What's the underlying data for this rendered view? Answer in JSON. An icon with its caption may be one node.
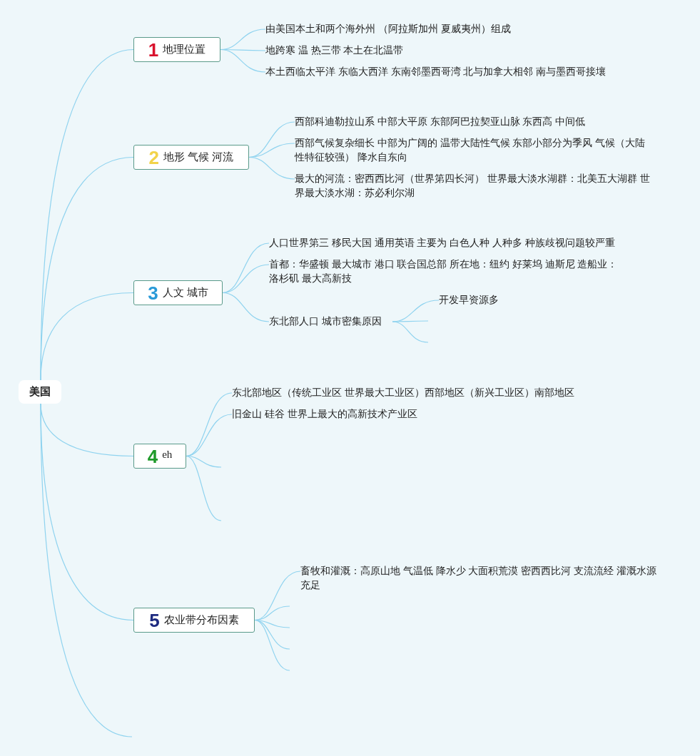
{
  "diagram": {
    "nodes": [
      {
        "text": [
          "美国"
        ]
      },
      {
        "text": [
          "1",
          "地理位置"
        ]
      },
      {
        "text": [
          "由美国本土和两个海外州 （阿拉斯加州 夏威夷州）组成"
        ]
      },
      {
        "text": [
          "地跨寒 温 热三带 本土在北温带"
        ]
      },
      {
        "text": [
          "本土西临太平洋 东临大西洋 东南邻墨西哥湾 北与加拿大相邻 南与墨西哥接壤"
        ]
      },
      {
        "text": [
          "2",
          "地形 气候 河流"
        ]
      },
      {
        "text": [
          "西部科迪勒拉山系 中部大平原 东部阿巴拉契亚山脉 东西高 中间低"
        ]
      },
      {
        "text": [
          "西部气候复杂细长 中部为广阔的 温带大陆性气候 东部小部分为季风 气候（大陆性特征较强） 降水自东向"
        ]
      },
      {
        "text": [
          "最大的河流：密西西比河（世界第四长河） 世界最大淡水湖群：北美五大湖群 世界最大淡水湖：苏必利尔湖"
        ]
      },
      {
        "text": [
          "3",
          "人文 城市"
        ]
      },
      {
        "text": [
          "人口世界第三 移民大国 通用英语 主要为 白色人种 人种多 种族歧视问题较严重"
        ]
      },
      {
        "text": [
          "首都：华盛顿 最大城市 港口 联合国总部 所在地：纽约 好莱坞 迪斯尼 造船业：洛杉矶 最大高新技"
        ]
      },
      {
        "text": [
          "东北部人口 城市密集原因"
        ]
      },
      {
        "text": [
          "开发早资源多"
        ]
      },
      {
        "text": [
          "4",
          "eh"
        ]
      },
      {
        "text": [
          "东北部地区（传统工业区 世界最大工业区）西部地区（新兴工业区）南部地区"
        ]
      },
      {
        "text": [
          "旧金山 硅谷 世界上最大的高新技术产业区"
        ]
      },
      {
        "text": [
          "5",
          "农业带分布因素"
        ]
      },
      {
        "text": [
          "畜牧和灌溉：高原山地 气温低 降水少 大面积荒漠 密西西比河 支流流经 灌溉水源充足"
        ]
      }
    ],
    "edges": [
      {
        "from": 0,
        "to": 1,
        "arrow": "none"
      },
      {
        "from": 0,
        "to": 5,
        "arrow": "none"
      },
      {
        "from": 0,
        "to": 9,
        "arrow": "none"
      },
      {
        "from": 0,
        "to": 14,
        "arrow": "none"
      },
      {
        "from": 0,
        "to": 17,
        "arrow": "none"
      },
      {
        "from": 0,
        "to": null,
        "arrow": "none"
      },
      {
        "from": 1,
        "to": 2,
        "arrow": "none"
      },
      {
        "from": 1,
        "to": 3,
        "arrow": "none"
      },
      {
        "from": 1,
        "to": 4,
        "arrow": "none"
      },
      {
        "from": 5,
        "to": 6,
        "arrow": "none"
      },
      {
        "from": 5,
        "to": 7,
        "arrow": "none"
      },
      {
        "from": 5,
        "to": 8,
        "arrow": "none"
      },
      {
        "from": 9,
        "to": 10,
        "arrow": "none"
      },
      {
        "from": 9,
        "to": 11,
        "arrow": "none"
      },
      {
        "from": 9,
        "to": 12,
        "arrow": "none"
      },
      {
        "from": 12,
        "to": 13,
        "arrow": "none"
      },
      {
        "from": 12,
        "to": null,
        "arrow": "none"
      },
      {
        "from": 12,
        "to": null,
        "arrow": "none"
      },
      {
        "from": 14,
        "to": 15,
        "arrow": "none"
      },
      {
        "from": 14,
        "to": 16,
        "arrow": "none"
      },
      {
        "from": 14,
        "to": null,
        "arrow": "none"
      },
      {
        "from": 14,
        "to": null,
        "arrow": "none"
      },
      {
        "from": 17,
        "to": 18,
        "arrow": "none"
      },
      {
        "from": 17,
        "to": null,
        "arrow": "none"
      },
      {
        "from": 17,
        "to": null,
        "arrow": "none"
      },
      {
        "from": 17,
        "to": null,
        "arrow": "none"
      },
      {
        "from": 17,
        "to": null,
        "arrow": "none"
      }
    ]
  }
}
